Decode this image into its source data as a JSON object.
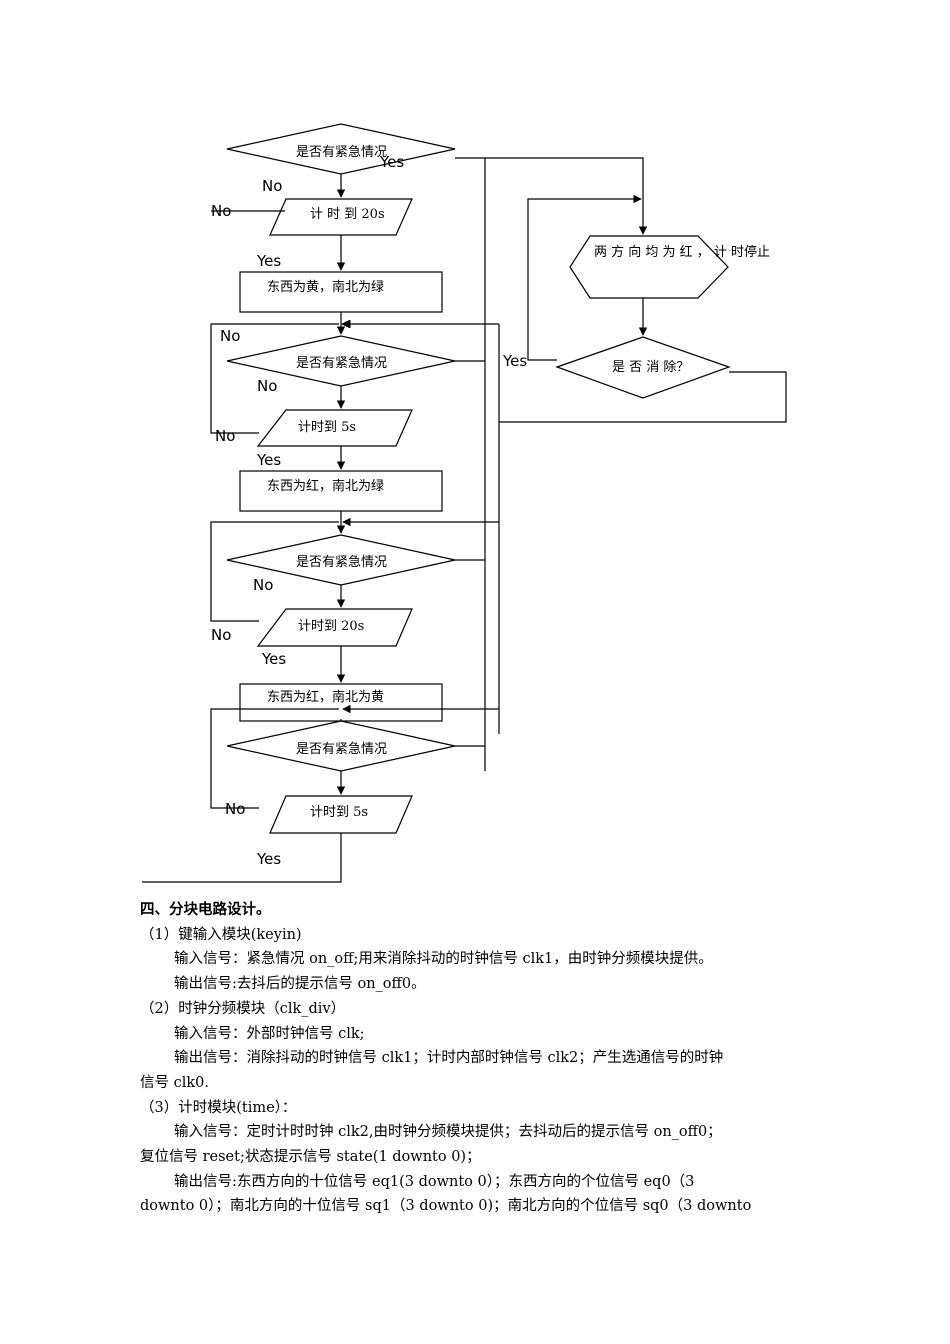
{
  "flowchart": {
    "emergency_q": "是否有紧急情况",
    "timer_20s_spaced": "计 时 到 20s",
    "timer_5s": "计时到 5s",
    "timer_20s": "计时到 20s",
    "state1": "东西为黄，南北为绿",
    "state2": "东西为红，南北为绿",
    "state3": "东西为红，南北为黄",
    "all_red": "两 方 向 均 为 红 ， 计 时停止",
    "clear_q": "是 否 消 除？",
    "no": "No",
    "yes": "Yes"
  },
  "section": {
    "heading": "四、分块电路设计。",
    "m1_title": "（1）键输入模块(keyin)",
    "m1_in": "输入信号：紧急情况 on_off;用来消除抖动的时钟信号 clk1，由时钟分频模块提供。",
    "m1_out": "输出信号:去抖后的提示信号 on_off0。",
    "m2_title": "（2）时钟分频模块（clk_div）",
    "m2_in": "输入信号：外部时钟信号 clk;",
    "m2_out_a": "输出信号：消除抖动的时钟信号 clk1；计时内部时钟信号 clk2；产生选通信号的时钟",
    "m2_out_b": "信号 clk0.",
    "m3_title": "（3）计时模块(time）：",
    "m3_in_a": "输入信号：定时计时时钟 clk2,由时钟分频模块提供；去抖动后的提示信号 on_off0；",
    "m3_in_b": "复位信号 reset;状态提示信号 state(1 downto 0)；",
    "m3_out_a": "输出信号:东西方向的十位信号 eq1(3 downto 0）；东西方向的个位信号 eq0（3",
    "m3_out_b": "downto 0）；南北方向的十位信号 sq1（3 downto 0)；南北方向的个位信号 sq0（3 downto"
  }
}
